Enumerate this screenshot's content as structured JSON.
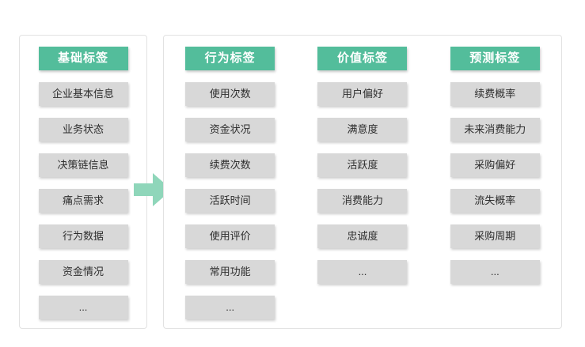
{
  "left_panel": {
    "header": "基础标签",
    "items": [
      "企业基本信息",
      "业务状态",
      "决策链信息",
      "痛点需求",
      "行为数据",
      "资金情况",
      "..."
    ]
  },
  "right_panel": {
    "columns": [
      {
        "header": "行为标签",
        "items": [
          "使用次数",
          "资金状况",
          "续费次数",
          "活跃时间",
          "使用评价",
          "常用功能",
          "..."
        ]
      },
      {
        "header": "价值标签",
        "items": [
          "用户偏好",
          "满意度",
          "活跃度",
          "消费能力",
          "忠诚度",
          "..."
        ]
      },
      {
        "header": "预测标签",
        "items": [
          "续费概率",
          "未来消费能力",
          "采购偏好",
          "流失概率",
          "采购周期",
          "..."
        ]
      }
    ]
  },
  "icons": {
    "arrow": "right-block-arrow"
  },
  "colors": {
    "header_bg": "#53bd9b",
    "item_bg": "#d8d8d8",
    "arrow_fill": "#8fd6ba",
    "panel_border": "#e2e2e2"
  }
}
